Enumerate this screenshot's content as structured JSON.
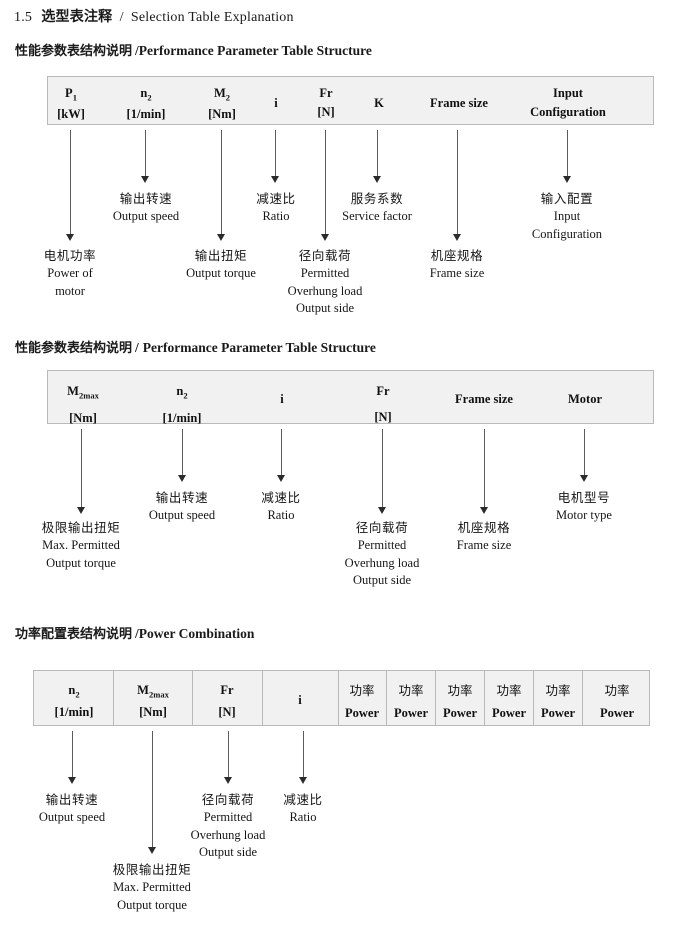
{
  "document": {
    "section_number": "1.5",
    "title_cn": "选型表注释",
    "title_sep": "/",
    "title_en": "Selection Table Explanation"
  },
  "sections": [
    {
      "heading_cn": "性能参数表结构说明",
      "heading_sep": "/",
      "heading_en": "Performance Parameter Table Structure",
      "table": {
        "has_dividers": false,
        "columns": [
          {
            "sym": "P",
            "sub": "1",
            "unit": "[kW]"
          },
          {
            "sym": "n",
            "sub": "2",
            "unit": "[1/min]"
          },
          {
            "sym": "M",
            "sub": "2",
            "unit": "[Nm]"
          },
          {
            "sym": "i",
            "sub": "",
            "unit": ""
          },
          {
            "sym": "Fr",
            "sub": "",
            "unit": "[N]"
          },
          {
            "sym": "K",
            "sub": "",
            "unit": ""
          },
          {
            "sym": "Frame size",
            "sub": "",
            "unit": ""
          },
          {
            "sym": "Input",
            "sub": "",
            "unit": "Configuration"
          }
        ]
      },
      "annotations": [
        {
          "cn": "电机功率",
          "en": [
            "Power of",
            "motor"
          ]
        },
        {
          "cn": "输出转速",
          "en": [
            "Output speed"
          ]
        },
        {
          "cn": "输出扭矩",
          "en": [
            "Output torque"
          ]
        },
        {
          "cn": "减速比",
          "en": [
            "Ratio"
          ]
        },
        {
          "cn": "径向载荷",
          "en": [
            "Permitted",
            "Overhung load",
            "Output side"
          ]
        },
        {
          "cn": "服务系数",
          "en": [
            "Service factor"
          ]
        },
        {
          "cn": "机座规格",
          "en": [
            "Frame size"
          ]
        },
        {
          "cn": "输入配置",
          "en": [
            "Input",
            "Configuration"
          ]
        }
      ]
    },
    {
      "heading_cn": "性能参数表结构说明",
      "heading_sep": "/",
      "heading_en": "Performance Parameter Table Structure",
      "table": {
        "has_dividers": false,
        "columns": [
          {
            "sym": "M",
            "sub": "2max",
            "unit": "[Nm]"
          },
          {
            "sym": "n",
            "sub": "2",
            "unit": "[1/min]"
          },
          {
            "sym": "i",
            "sub": "",
            "unit": ""
          },
          {
            "sym": "Fr",
            "sub": "",
            "unit": "[N]"
          },
          {
            "sym": "Frame size",
            "sub": "",
            "unit": ""
          },
          {
            "sym": "Motor",
            "sub": "",
            "unit": ""
          }
        ]
      },
      "annotations": [
        {
          "cn": "极限输出扭矩",
          "en": [
            "Max. Permitted",
            "Output  torque"
          ]
        },
        {
          "cn": "输出转速",
          "en": [
            "Output speed"
          ]
        },
        {
          "cn": "减速比",
          "en": [
            "Ratio"
          ]
        },
        {
          "cn": "径向载荷",
          "en": [
            "Permitted",
            "Overhung load",
            "Output side"
          ]
        },
        {
          "cn": "机座规格",
          "en": [
            "Frame size"
          ]
        },
        {
          "cn": "电机型号",
          "en": [
            "Motor type"
          ]
        }
      ]
    },
    {
      "heading_cn": "功率配置表结构说明",
      "heading_sep": "/",
      "heading_en": "Power Combination",
      "table": {
        "has_dividers": true,
        "columns": [
          {
            "sym": "n",
            "sub": "2",
            "unit": "[1/min]"
          },
          {
            "sym": "M",
            "sub": "2max",
            "unit": "[Nm]"
          },
          {
            "sym": "Fr",
            "sub": "",
            "unit": "[N]"
          },
          {
            "sym": "i",
            "sub": "",
            "unit": ""
          },
          {
            "sym": "功率",
            "sub": "",
            "unit": "Power"
          },
          {
            "sym": "功率",
            "sub": "",
            "unit": "Power"
          },
          {
            "sym": "功率",
            "sub": "",
            "unit": "Power"
          },
          {
            "sym": "功率",
            "sub": "",
            "unit": "Power"
          },
          {
            "sym": "功率",
            "sub": "",
            "unit": "Power"
          },
          {
            "sym": "功率",
            "sub": "",
            "unit": "Power"
          }
        ]
      },
      "annotations": [
        {
          "cn": "输出转速",
          "en": [
            "Output speed"
          ]
        },
        {
          "cn": "极限输出扭矩",
          "en": [
            "Max. Permitted",
            "Output  torque"
          ]
        },
        {
          "cn": "径向载荷",
          "en": [
            "Permitted",
            "Overhung load",
            "Output side"
          ]
        },
        {
          "cn": "减速比",
          "en": [
            "Ratio"
          ]
        }
      ]
    }
  ],
  "colors": {
    "table_fill": "#f1f1f1",
    "table_border": "#b9b9b9",
    "arrow": "#2b2b2b",
    "text": "#161616"
  }
}
